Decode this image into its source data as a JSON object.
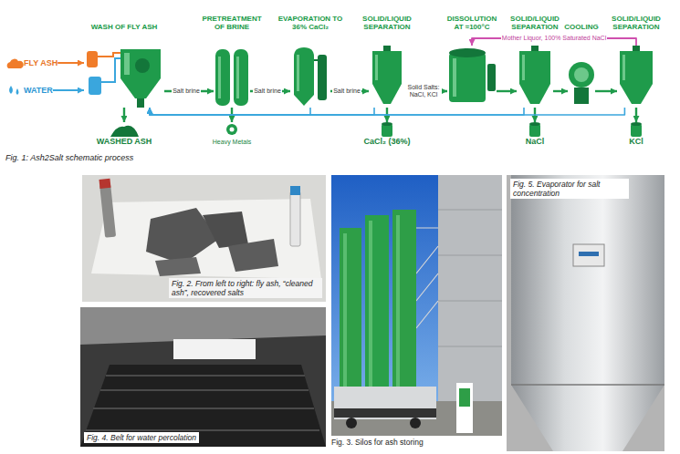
{
  "diagram": {
    "caption": "Fig. 1: Ash2Salt schematic process",
    "nodes": [
      {
        "text": [
          "FLY ASH"
        ]
      },
      {
        "text": [
          "WATER"
        ]
      },
      {
        "text": [
          "WASH OF FLY ASH"
        ]
      },
      {
        "text": [
          "PRETREATMENT OF BRINE"
        ]
      },
      {
        "text": [
          "EVAPORATION TO 36% CaCl₂"
        ]
      },
      {
        "text": [
          "SOLID/LIQUID SEPARATION"
        ]
      },
      {
        "text": [
          "DISSOLUTION AT ≈100°C"
        ]
      },
      {
        "text": [
          "SOLID/LIQUID SEPARATION"
        ]
      },
      {
        "text": [
          "COOLING"
        ]
      },
      {
        "text": [
          "SOLID/LIQUID SEPARATION"
        ]
      },
      {
        "text": [
          "WASHED ASH"
        ]
      },
      {
        "text": [
          "Heavy Metals"
        ]
      },
      {
        "text": [
          "CaCl₂ (36%)"
        ]
      },
      {
        "text": [
          "NaCl"
        ]
      },
      {
        "text": [
          "KCl"
        ]
      },
      {
        "text": [
          "Fig. 2. From left to right: fly ash, “cleaned ash”, recovered salts"
        ]
      },
      {
        "text": [
          "Fig. 3. Silos for ash storing"
        ]
      },
      {
        "text": [
          "Fig. 5. Evaporator for salt concentration"
        ]
      },
      {
        "text": [
          "Fig. 4. Belt for water percolation"
        ]
      }
    ],
    "edges": [
      {
        "from": 0,
        "to": 2,
        "arrow": "to"
      },
      {
        "from": 1,
        "to": 2,
        "arrow": "to"
      },
      {
        "from": 2,
        "to": 3,
        "label": "Salt brine",
        "arrow": "to"
      },
      {
        "from": 3,
        "to": 4,
        "label": "Salt brine",
        "arrow": "to"
      },
      {
        "from": 4,
        "to": 5,
        "label": "Salt brine",
        "arrow": "to"
      },
      {
        "from": 5,
        "to": 6,
        "label": "Solid Salts: NaCl, KCl",
        "arrow": "to"
      },
      {
        "from": 6,
        "to": 7,
        "arrow": "to"
      },
      {
        "from": 7,
        "to": 8,
        "arrow": "to"
      },
      {
        "from": 8,
        "to": 9,
        "arrow": "to"
      },
      {
        "from": 9,
        "to": 6,
        "label": "Mother Liquor, 100% Saturated NaCl",
        "arrow": "to"
      },
      {
        "from": 2,
        "to": 10,
        "arrow": "to"
      },
      {
        "from": 3,
        "to": 11,
        "arrow": "to"
      },
      {
        "from": 5,
        "to": 12,
        "arrow": "to"
      },
      {
        "from": 7,
        "to": 13,
        "arrow": "to"
      },
      {
        "from": 9,
        "to": 14,
        "arrow": "to"
      },
      {
        "from": 4,
        "to": 2,
        "arrow": "to"
      },
      {
        "from": 5,
        "to": 2,
        "arrow": "to"
      },
      {
        "from": 7,
        "to": 2,
        "arrow": "to"
      },
      {
        "from": 9,
        "to": 2,
        "arrow": "to"
      }
    ]
  }
}
